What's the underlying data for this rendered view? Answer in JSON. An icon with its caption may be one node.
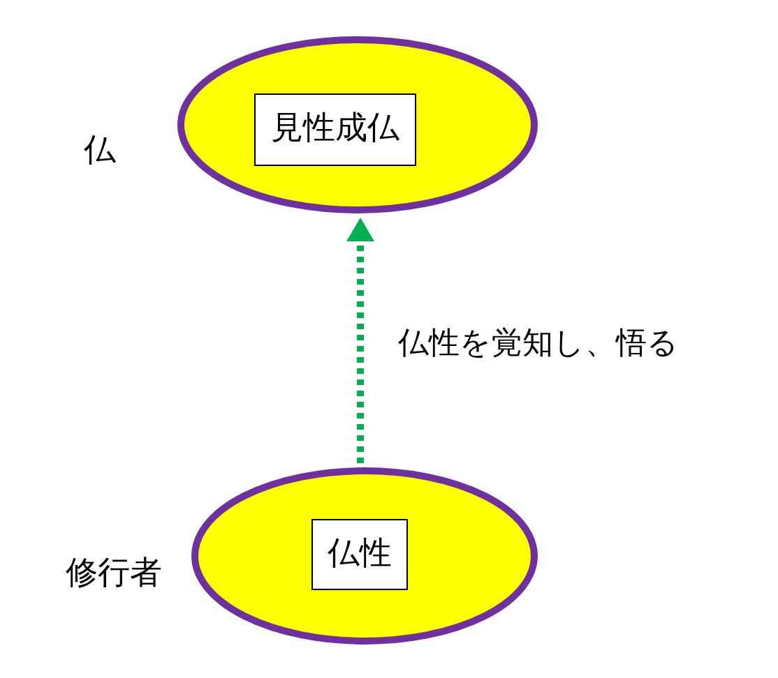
{
  "diagram": {
    "nodes": [
      {
        "text": [],
        "shape": "ellipse",
        "beside": [
          "仏"
        ]
      },
      {
        "text": [
          "見性成仏"
        ],
        "in": 0
      },
      {
        "text": [],
        "shape": "ellipse",
        "beside": [
          "修行者"
        ]
      },
      {
        "text": [
          "仏性"
        ],
        "in": 2
      }
    ],
    "edges": [
      {
        "from": 2,
        "to": 0,
        "arrow": "to",
        "label": "仏性を覚知し、悟る",
        "style": "dashed",
        "color": "#00b050"
      }
    ]
  }
}
